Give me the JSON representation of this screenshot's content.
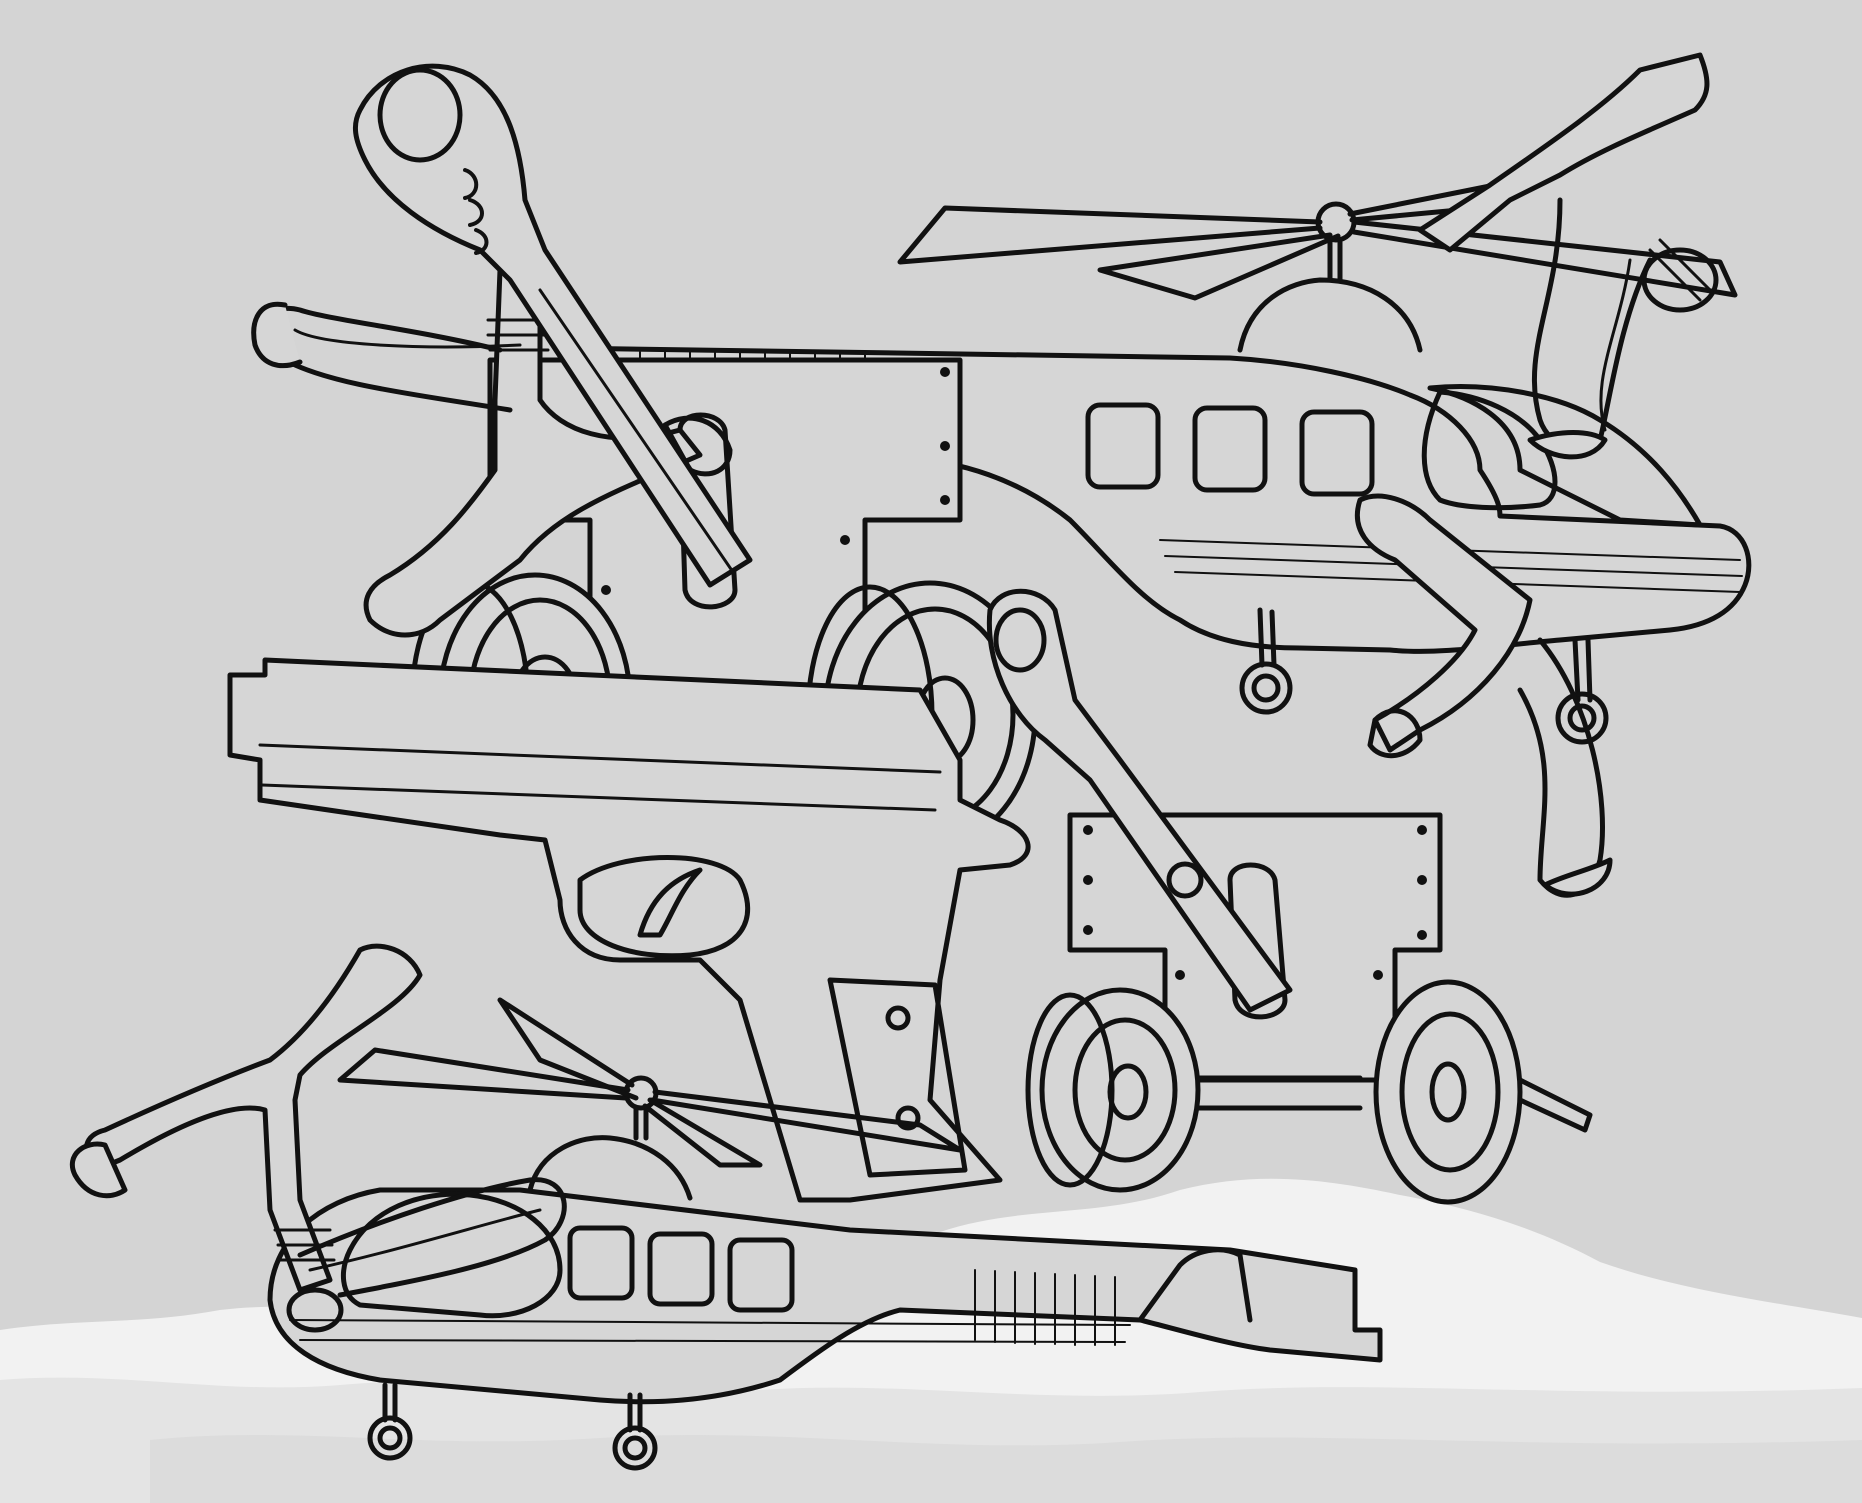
{
  "palette": {
    "background": "#d4d4d4",
    "ink": "#111111",
    "fill": "#d9d9d9",
    "snow": "#f4f4f4",
    "snow_shadow": "#dcdcdc"
  },
  "objects": [
    {
      "kind": "helicopter",
      "icon": "helicopter-icon",
      "count": 2
    },
    {
      "kind": "slingshot",
      "icon": "slingshot-icon",
      "count": 3
    },
    {
      "kind": "wrench",
      "icon": "wrench-icon",
      "count": 2
    },
    {
      "kind": "wheeled-cart",
      "icon": "cart-icon",
      "count": 2
    },
    {
      "kind": "pistol",
      "icon": "pistol-icon",
      "count": 1
    }
  ]
}
